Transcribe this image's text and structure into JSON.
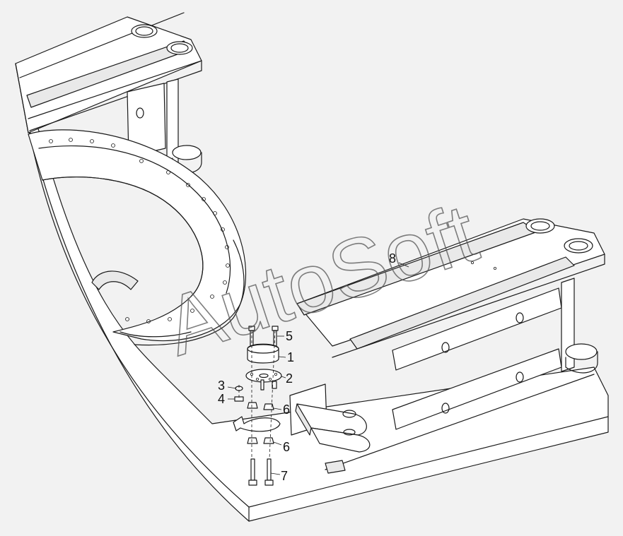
{
  "watermark": "AutoSoft",
  "callouts": {
    "c1": "1",
    "c2": "2",
    "c3": "3",
    "c4": "4",
    "c5": "5",
    "c6a": "6",
    "c6b": "6",
    "c7": "7",
    "c8": "8"
  }
}
